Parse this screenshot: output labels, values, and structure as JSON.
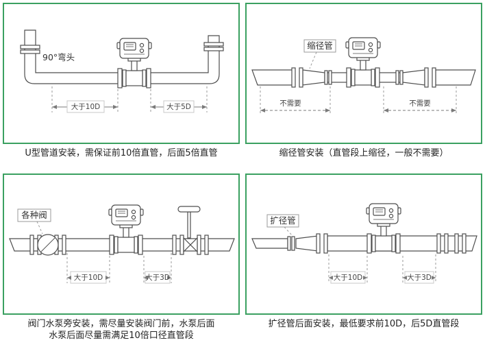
{
  "colors": {
    "border_green": "#3aa060",
    "line": "#4d4d4d",
    "text": "#222222"
  },
  "panels": [
    {
      "id": "u-pipe",
      "annotations": {
        "elbow_label": "90°弯头",
        "dim_left": "大于10D",
        "dim_right": "大于5D"
      },
      "caption": "U型管道安装，需保证前10倍直管，后面5倍直管"
    },
    {
      "id": "reducer",
      "annotations": {
        "reducer_label": "缩径管",
        "left_note": "不需要",
        "right_note": "不需要"
      },
      "caption": "缩径管安装（直管段上缩径，一般不需要）"
    },
    {
      "id": "valve-pump",
      "annotations": {
        "valve_label": "各种阀",
        "dim_left": "大于10D",
        "dim_right": "大于3D"
      },
      "caption_line1": "阀门水泵旁安装，需尽量安装阀门前，水泵后面",
      "caption_line2": "水泵后面尽量需满足10倍口径直管段"
    },
    {
      "id": "expander",
      "annotations": {
        "expander_label": "扩径管",
        "dim_left": "大于10D",
        "dim_right": "大于3D"
      },
      "caption": "扩径管后面安装，最低要求前10D，后5D直管段"
    }
  ]
}
